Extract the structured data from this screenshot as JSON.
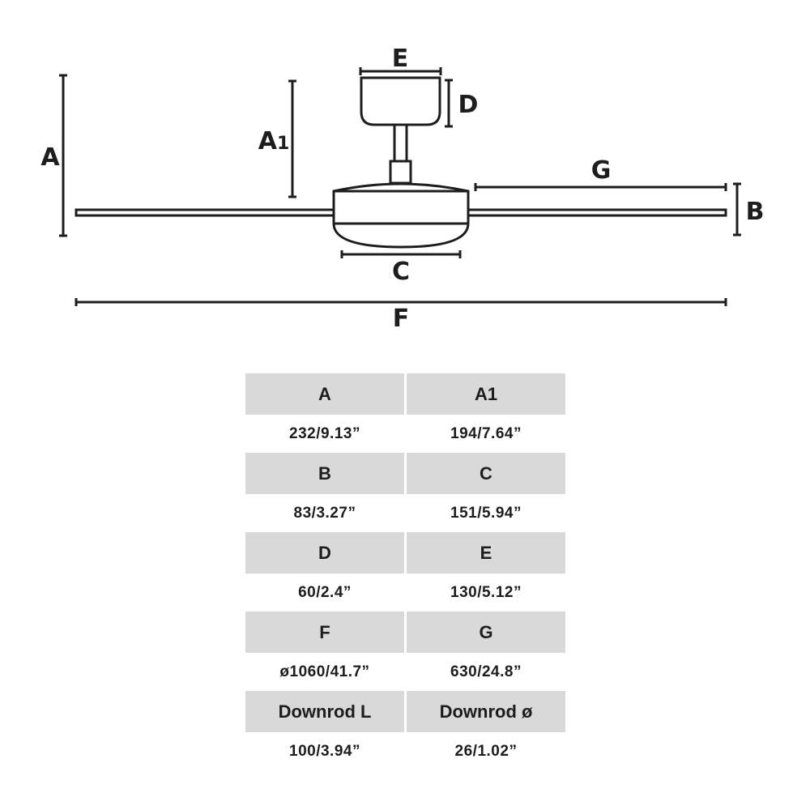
{
  "diagram": {
    "labels": {
      "A": "A",
      "A1_main": "A",
      "A1_sub": "1",
      "B": "B",
      "C": "C",
      "D": "D",
      "E": "E",
      "F": "F",
      "G": "G"
    }
  },
  "table": {
    "rows": [
      {
        "headers": [
          "A",
          "A1"
        ],
        "values": [
          "232/9.13”",
          "194/7.64”"
        ]
      },
      {
        "headers": [
          "B",
          "C"
        ],
        "values": [
          "83/3.27”",
          "151/5.94”"
        ]
      },
      {
        "headers": [
          "D",
          "E"
        ],
        "values": [
          "60/2.4”",
          "130/5.12”"
        ]
      },
      {
        "headers": [
          "F",
          "G"
        ],
        "values": [
          "ø1060/41.7”",
          "630/24.8”"
        ]
      },
      {
        "headers": [
          "Downrod L",
          "Downrod ø"
        ],
        "values": [
          "100/3.94”",
          "26/1.02”"
        ]
      }
    ]
  }
}
